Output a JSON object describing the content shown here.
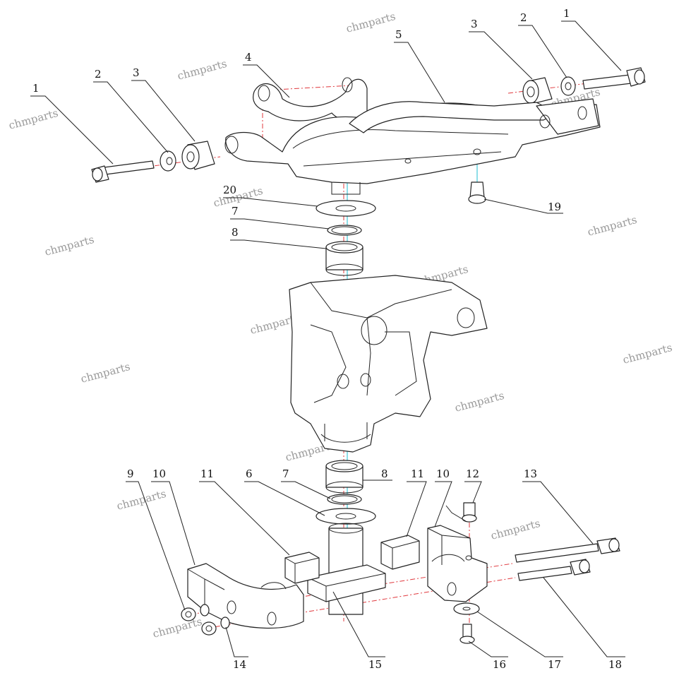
{
  "diagram": {
    "callouts": [
      "1",
      "2",
      "3",
      "4",
      "5",
      "2",
      "3",
      "1",
      "20",
      "7",
      "8",
      "19",
      "9",
      "10",
      "11",
      "6",
      "7",
      "8",
      "11",
      "10",
      "12",
      "13",
      "14",
      "15",
      "16",
      "17",
      "18"
    ],
    "watermarks": [
      "chmparts",
      "chmparts",
      "chmparts",
      "chmparts",
      "chmparts",
      "chmparts",
      "chmparts",
      "chmparts",
      "chmparts",
      "chmparts",
      "chmparts",
      "chmparts",
      "chmparts",
      "chmparts",
      "chmparts",
      "chmparts",
      "chmparts",
      "chmparts"
    ]
  },
  "colors": {
    "line": "#222222",
    "center_axis": "#e0393e",
    "highlight": "#32c4d6",
    "watermark": "#9a9a9a"
  }
}
